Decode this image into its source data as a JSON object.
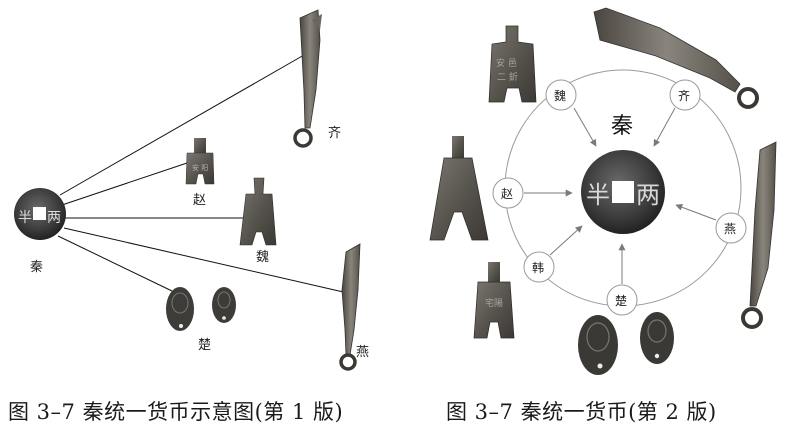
{
  "figure1": {
    "caption": "图 3–7 秦统一货币示意图(第 1 版)",
    "labels": {
      "qin": "秦",
      "qi": "齐",
      "zhao": "赵",
      "wei": "魏",
      "yan": "燕",
      "chu": "楚"
    },
    "coin_glyphs": "半两"
  },
  "figure2": {
    "caption": "图 3–7 秦统一货币(第 2 版)",
    "center_label": "秦",
    "coin_glyphs": "半两",
    "nodes": {
      "wei": "魏",
      "qi": "齐",
      "zhao": "赵",
      "yan": "燕",
      "han": "韩",
      "chu": "楚"
    }
  },
  "colors": {
    "coin_dark": "#3a3a3a",
    "bronze": "#5f5b55",
    "line": "#111111",
    "circle": "#9a9a9a",
    "arrow": "#7a7a7a"
  }
}
